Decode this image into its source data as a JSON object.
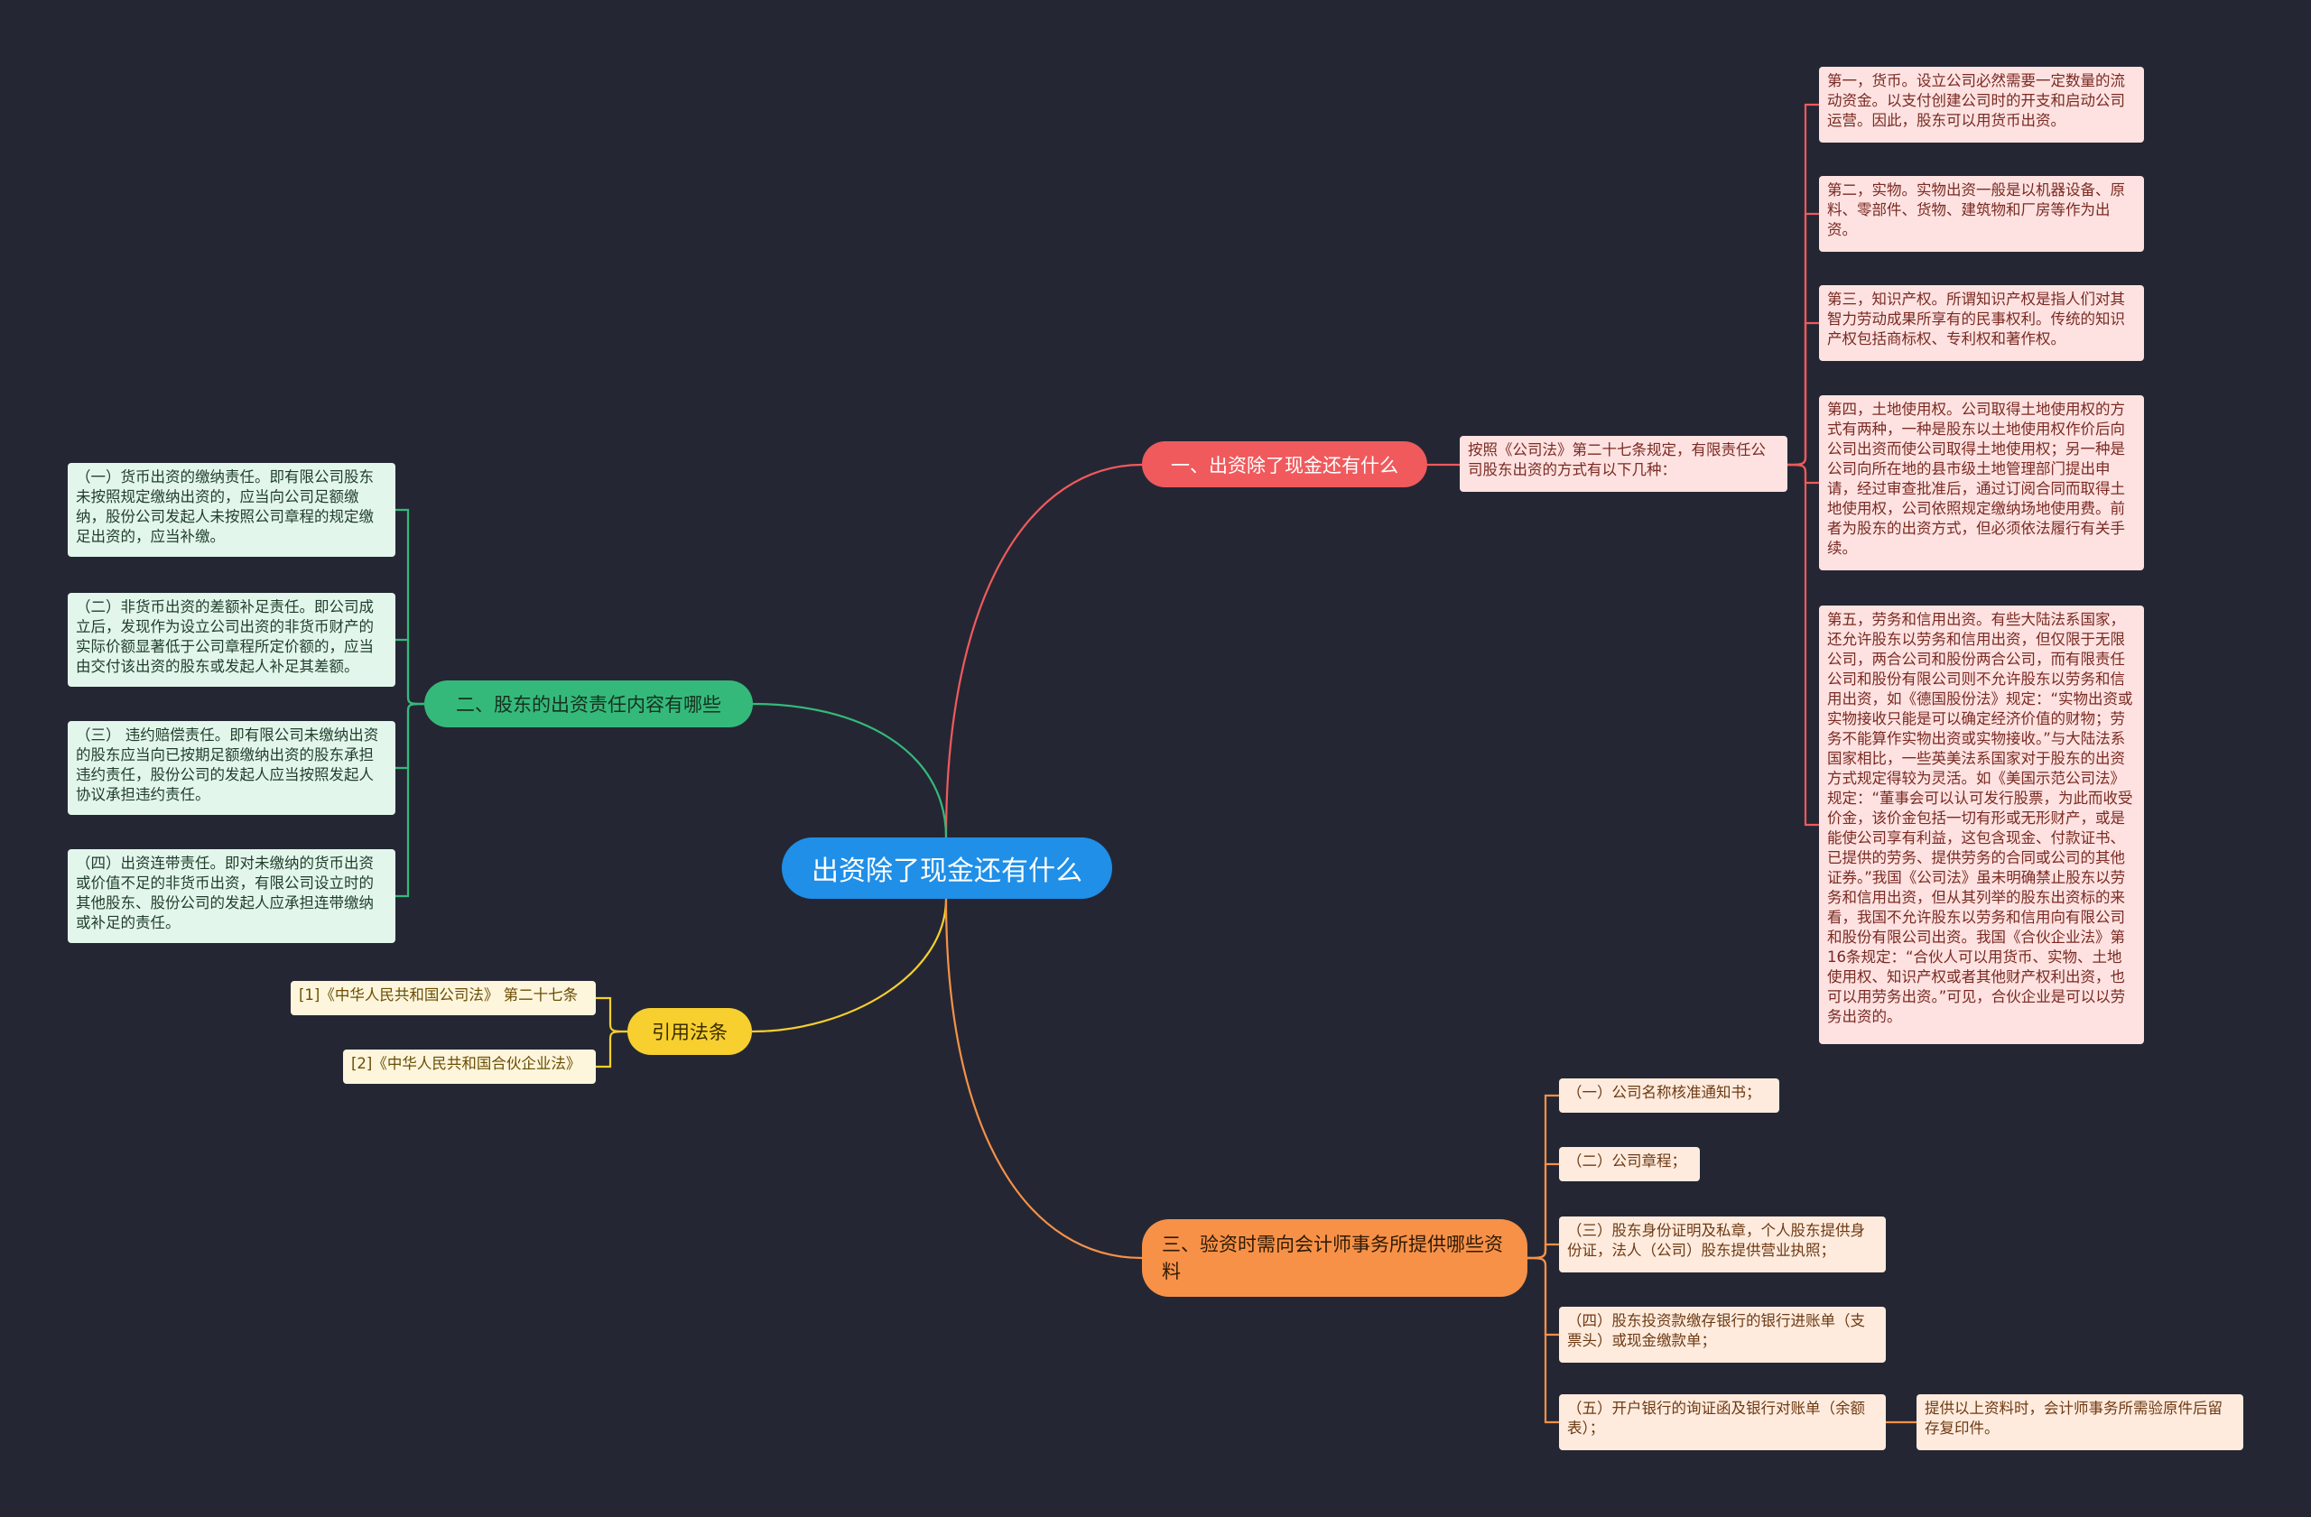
{
  "root": {
    "label": "出资除了现金还有什么"
  },
  "branches": {
    "b1": {
      "label": "一、出资除了现金还有什么",
      "intro": "按照《公司法》第二十七条规定，有限责任公司股东出资的方式有以下几种：",
      "items": [
        "第一，货币。设立公司必然需要一定数量的流动资金。以支付创建公司时的开支和启动公司运营。因此，股东可以用货币出资。",
        "第二，实物。实物出资一般是以机器设备、原料、零部件、货物、建筑物和厂房等作为出资。",
        "第三，知识产权。所谓知识产权是指人们对其智力劳动成果所享有的民事权利。传统的知识产权包括商标权、专利权和著作权。",
        "第四，土地使用权。公司取得土地使用权的方式有两种，一种是股东以土地使用权作价后向公司出资而使公司取得土地使用权；另一种是公司向所在地的县市级土地管理部门提出申请，经过审查批准后，通过订阅合同而取得土地使用权，公司依照规定缴纳场地使用费。前者为股东的出资方式，但必须依法履行有关手续。",
        "第五，劳务和信用出资。有些大陆法系国家，还允许股东以劳务和信用出资，但仅限于无限公司，两合公司和股份两合公司，而有限责任公司和股份有限公司则不允许股东以劳务和信用出资，如《德国股份法》规定：“实物出资或实物接收只能是可以确定经济价值的财物；劳务不能算作实物出资或实物接收。”与大陆法系国家相比，一些英美法系国家对于股东的出资方式规定得较为灵活。如《美国示范公司法》规定：“董事会可以认可发行股票，为此而收受价金，该价金包括一切有形或无形财产，或是能使公司享有利益，这包含现金、付款证书、已提供的劳务、提供劳务的合同或公司的其他证券。”我国《公司法》虽未明确禁止股东以劳务和信用出资，但从其列举的股东出资标的来看，我国不允许股东以劳务和信用向有限公司和股份有限公司出资。我国《合伙企业法》第16条规定：“合伙人可以用货币、实物、土地使用权、知识产权或者其他财产权利出资，也可以用劳务出资。”可见，合伙企业是可以以劳务出资的。"
      ]
    },
    "b2": {
      "label": "二、股东的出资责任内容有哪些",
      "items": [
        "（一）货币出资的缴纳责任。即有限公司股东未按照规定缴纳出资的，应当向公司足额缴纳，股份公司发起人未按照公司章程的规定缴足出资的，应当补缴。",
        "（二）非货币出资的差额补足责任。即公司成立后，发现作为设立公司出资的非货币财产的实际价额显著低于公司章程所定价额的，应当由交付该出资的股东或发起人补足其差额。",
        "（三） 违约赔偿责任。即有限公司未缴纳出资的股东应当向已按期足额缴纳出资的股东承担违约责任，股份公司的发起人应当按照发起人协议承担违约责任。",
        "（四）出资连带责任。即对未缴纳的货币出资或价值不足的非货币出资，有限公司设立时的其他股东、股份公司的发起人应承担连带缴纳或补足的责任。"
      ]
    },
    "b3": {
      "label": "引用法条",
      "items": [
        "[1]《中华人民共和国公司法》 第二十七条",
        "[2]《中华人民共和国合伙企业法》"
      ]
    },
    "b4": {
      "label": "三、验资时需向会计师事务所提供哪些资料",
      "items": [
        "（一）公司名称核准通知书；",
        "（二）公司章程；",
        "（三）股东身份证明及私章，个人股东提供身份证，法人（公司）股东提供营业执照；",
        "（四）股东投资款缴存银行的银行进账单（支票头）或现金缴款单；",
        "（五）开户银行的询证函及银行对账单（余额表）；"
      ],
      "note": "提供以上资料时，会计师事务所需验原件后留存复印件。"
    }
  },
  "colors": {
    "background": "#242733",
    "root": "#1f8fe8",
    "b1": "#f05a5d",
    "b2": "#35b97a",
    "b3": "#f7cf2e",
    "b4": "#f79148"
  }
}
